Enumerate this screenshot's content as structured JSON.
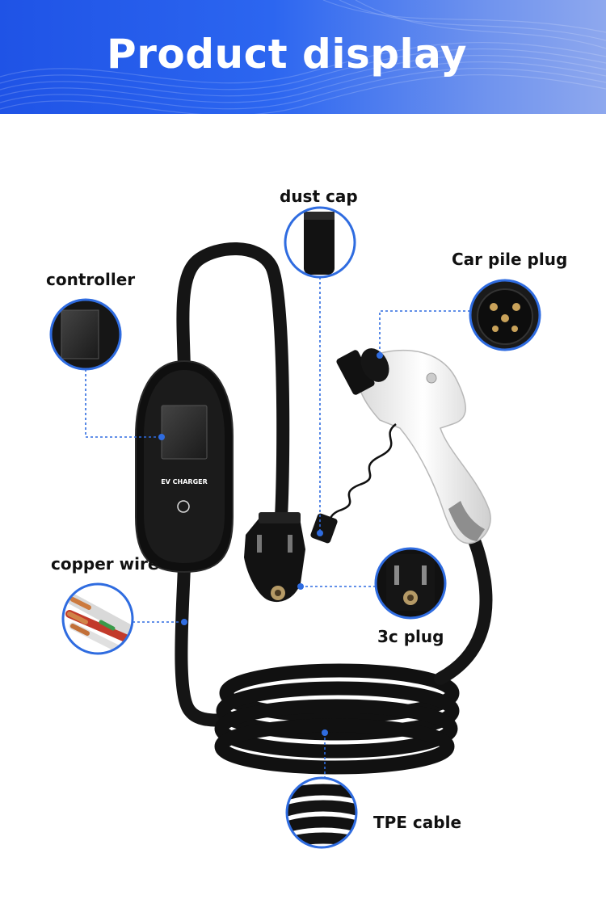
{
  "banner": {
    "title": "Product display"
  },
  "device": {
    "screen_text": "EV CHARGER"
  },
  "callouts": {
    "dust_cap": "dust cap",
    "car_pile_plug": "Car pile plug",
    "controller": "controller",
    "copper_wire": "copper wire",
    "plug_3c": "3c plug",
    "tpe_cable": "TPE cable"
  },
  "colors": {
    "banner_blue": "#1f53e6",
    "callout_blue": "#2f6ce0",
    "cable_black": "#111111",
    "connector_white": "#eeeeee"
  }
}
